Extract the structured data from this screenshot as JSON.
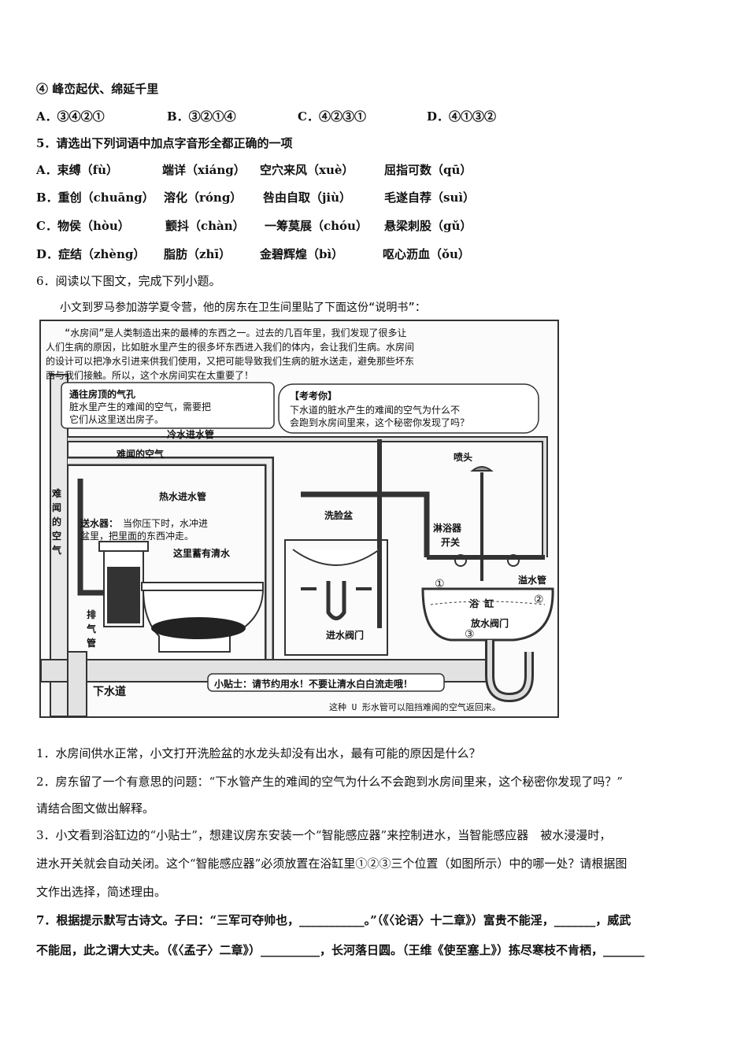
{
  "lines": {
    "l4": "④ 峰峦起伏、绵延千里",
    "q4_options": [
      "A．③④②①",
      "B．③②①④",
      "C．④②③①",
      "D．④①③②"
    ],
    "q5_stem": "5．请选出下列词语中加点字音形全都正确的一项",
    "q5_A": [
      "A．束缚（fù）",
      "端详（xiáng）",
      "空穴来风（xuè）",
      "屈指可数（qū）"
    ],
    "q5_B": [
      "B．重创（chuāng）",
      "溶化（róng）",
      "咎由自取（jiù）",
      "毛遂自荐（suì）"
    ],
    "q5_C": [
      "C．物侯（hòu）",
      "颤抖（chàn）",
      "一筹莫展（chóu）",
      "悬梁刺股（gǔ）"
    ],
    "q5_D": [
      "D．症结（zhèng）",
      "脂肪（zhī）",
      "金碧辉煌（bì）",
      "呕心沥血（ǒu）"
    ],
    "q6_stem": "6．阅读以下图文，完成下列小题。",
    "intro": "小文到罗马参加游学夏令营，他的房东在卫生间里贴了下面这份“说明书”："
  },
  "figure": {
    "header_lines": [
      "“水房间”是人类制造出来的最棒的东西之一。过去的几百年里，我们发现了很多让",
      "人们生病的原因，比如脏水里产生的很多坏东西进入我们的体内，会让我们生病。水房间",
      "的设计可以把净水引进来供我们使用，又把可能导致我们生病的脏水送走，避免那些坏东",
      "西与我们接触。所以，这个水房间实在太重要了！"
    ],
    "vent_title": "通往房顶的气孔",
    "vent_desc": [
      "脏水里产生的难闻的空气，需要把",
      "它们从这里送出房子。"
    ],
    "exam_title": "【考考你】",
    "exam_text": [
      "下水道的脏水产生的难闻的空气为什么不",
      "会跑到水房间里来，这个秘密你发现了吗？"
    ],
    "cold_pipe": "冷水进水管",
    "smelly_air": "难闻的空气",
    "hot_pipe": "热水进水管",
    "side_air": [
      "难",
      "闻",
      "的",
      "空",
      "气"
    ],
    "tank_title": "送水器：",
    "tank_desc": [
      "当你压下时，水冲进",
      "盆里，把里面的东西冲走。"
    ],
    "clean_water": "这里蓄有清水",
    "exhaust": [
      "排",
      "气",
      "管"
    ],
    "basin": "洗脸盆",
    "inlet_valve": "进水阀门",
    "shower_head": "喷头",
    "shower_switch": [
      "淋浴器",
      "开关"
    ],
    "overflow": "溢水管",
    "tub": "浴 缸",
    "drain_valve": "放水阀门",
    "marks": [
      "①",
      "②",
      "③"
    ],
    "sewer": "下水道",
    "tip": "小贴士：请节约用水！不要让清水白白流走哦！",
    "utrap": "这种 U 形水管可以阻挡难闻的空气返回来。"
  },
  "questions": {
    "q1": "1．水房间供水正常，小文打开洗脸盆的水龙头却没有出水，最有可能的原因是什么？",
    "q2a": "2．房东留了一个有意思的问题：“下水管产生的难闻的空气为什么不会跑到水房间里来，这个秘密你发现了吗？”",
    "q2b": "请结合图文做出解释。",
    "q3a": "3．小文看到浴缸边的“小贴士”，想建议房东安装一个“智能感应器”来控制进水，当智能感应器　被水浸漫时，",
    "q3b": "进水开关就会自动关闭。这个“智能感应器”必须放置在浴缸里①②③三个位置（如图所示）中的哪一处？请根据图",
    "q3c": "文作出选择，简述理由。",
    "q7a": "7．根据提示默写古诗文。子曰：“三军可夺帅也，___________。”（《〈论语〉十二章》）富贵不能淫，_______，威武",
    "q7b": "不能屈，此之谓大丈夫。（《〈孟子〉二章》）__________，长河落日圆。（王维《使至塞上》）拣尽寒枝不肯栖，_______"
  }
}
